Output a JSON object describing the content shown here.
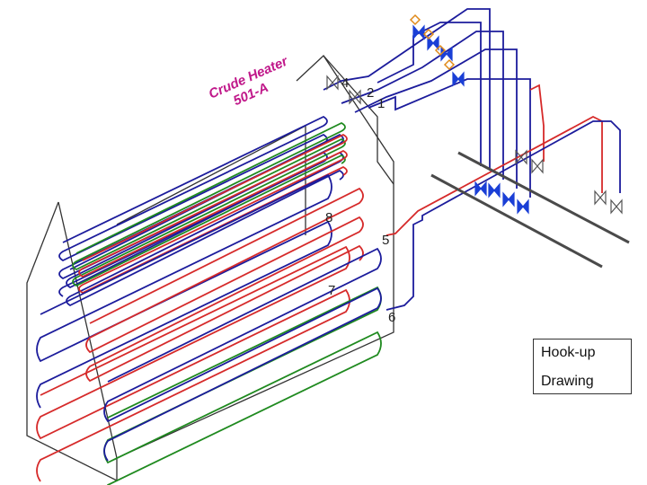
{
  "diagram": {
    "title_line1": "Crude Heater",
    "title_line2": "501-A",
    "labels": {
      "n1": "1",
      "n2": "2",
      "n4": "4",
      "n5": "5",
      "n6": "6",
      "n7": "7",
      "n8": "8"
    },
    "box": {
      "line1": "Hook-up",
      "line2": "Drawing"
    },
    "colors": {
      "red": "#d62a2a",
      "blue": "#1c1c9c",
      "green": "#1f8a1f",
      "frame": "#333333",
      "header": "#4a4a4a",
      "valve": "#1a3fd6",
      "valve_accent": "#e08a1a"
    }
  }
}
